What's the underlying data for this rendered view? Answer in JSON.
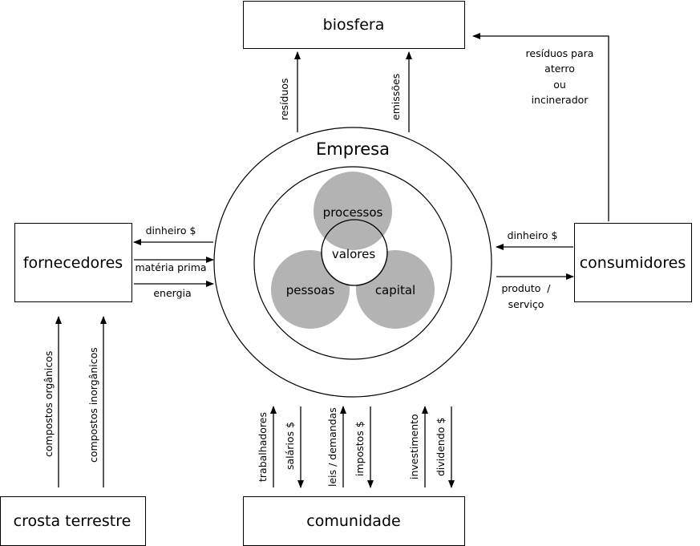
{
  "colors": {
    "line": "#000000",
    "core_fill": "#b3b3b3",
    "background": "#ffffff"
  },
  "entities": {
    "biosfera": "biosfera",
    "fornecedores": "fornecedores",
    "consumidores": "consumidores",
    "crosta": "crosta terrestre",
    "comunidade": "comunidade"
  },
  "empresa": {
    "title": "Empresa",
    "core": {
      "processos": "processos",
      "pessoas": "pessoas",
      "capital": "capital",
      "valores": "valores"
    }
  },
  "flows": {
    "to_biosfera": [
      "resíduos",
      "emissões"
    ],
    "consumidores_to_biosfera": [
      "resíduos para",
      "aterro",
      "ou",
      "incinerador"
    ],
    "fornecedores": {
      "money": "dinheiro $",
      "raw": "matéria prima",
      "energy": "energia"
    },
    "consumidores": {
      "money": "dinheiro $",
      "product_line1": "produto  /",
      "product_line2": "serviço"
    },
    "crosta": [
      "compostos orgânicos",
      "compostos inorgânicos"
    ],
    "comunidade": [
      {
        "label": "trabalhadores",
        "direction": "up"
      },
      {
        "label": "salários $",
        "direction": "down"
      },
      {
        "label": "leis / demandas",
        "direction": "up"
      },
      {
        "label": "impostos $",
        "direction": "down"
      },
      {
        "label": "investimento",
        "direction": "up"
      },
      {
        "label": "dividendo $",
        "direction": "down"
      }
    ]
  }
}
